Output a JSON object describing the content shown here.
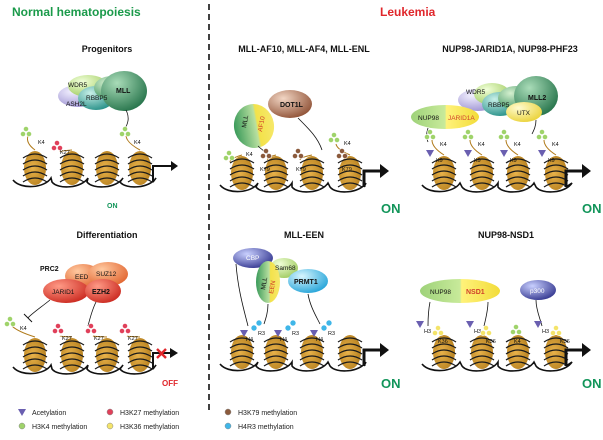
{
  "left_title": "Normal hematopoiesis",
  "right_title": "Leukemia",
  "panels": {
    "progenitors": {
      "title": "Progenitors",
      "complex": [
        "WDR5",
        "RBBP5",
        "ASH2L",
        "MLL"
      ],
      "marks": [
        "K4",
        "K27",
        "K4"
      ],
      "status": "ON"
    },
    "differentiation": {
      "title": "Differentiation",
      "complex_label": "PRC2",
      "complex": [
        "EED",
        "SUZ12",
        "JARID1",
        "EZH2"
      ],
      "marks": [
        "K4",
        "K27",
        "K27",
        "K27"
      ],
      "status": "OFF"
    },
    "mll_af10": {
      "title": "MLL-AF10, MLL-AF4, MLL-ENL",
      "fusion": [
        "MLL",
        "AF10"
      ],
      "partner": "DOT1L",
      "marks": [
        "K4",
        "K79",
        "K79",
        "K4",
        "K79"
      ],
      "status": "ON"
    },
    "nup98_jarid": {
      "title": "NUP98-JARID1A, NUP98-PHF23",
      "fusion": [
        "NUP98",
        "JARID1A"
      ],
      "complex": [
        "WDR5",
        "RBBP5",
        "MLL2",
        "UTX"
      ],
      "marks": [
        "K4",
        "K9",
        "K4",
        "K9",
        "K4",
        "K9",
        "K4",
        "K9"
      ],
      "status": "ON"
    },
    "mll_een": {
      "title": "MLL-EEN",
      "fusion": [
        "MLL",
        "EEN"
      ],
      "partners": [
        "CBP",
        "Sam68",
        "PRMT1"
      ],
      "marks": [
        "H4",
        "R3",
        "H4",
        "R3",
        "H4",
        "R3"
      ],
      "status": "ON"
    },
    "nup98_nsd1": {
      "title": "NUP98-NSD1",
      "fusion": [
        "NUP98",
        "NSD1"
      ],
      "partner": "p300",
      "marks": [
        "H3",
        "K36",
        "H3",
        "K36",
        "K4",
        "H3",
        "K36"
      ],
      "status": "ON"
    }
  },
  "legend": [
    {
      "label": "Acetylation",
      "symbol": "triangle",
      "color": "#6a5fb0"
    },
    {
      "label": "H3K27 methylation",
      "symbol": "circle",
      "color": "#e0405a"
    },
    {
      "label": "H3K79 methylation",
      "symbol": "circle",
      "color": "#8b5a3c"
    },
    {
      "label": "H3K4 methylation",
      "symbol": "circle",
      "color": "#9fd36a"
    },
    {
      "label": "H3K36 methylation",
      "symbol": "circle",
      "color": "#f4e46a"
    },
    {
      "label": "H4R3 methylation",
      "symbol": "circle",
      "color": "#3fb6e8"
    }
  ]
}
